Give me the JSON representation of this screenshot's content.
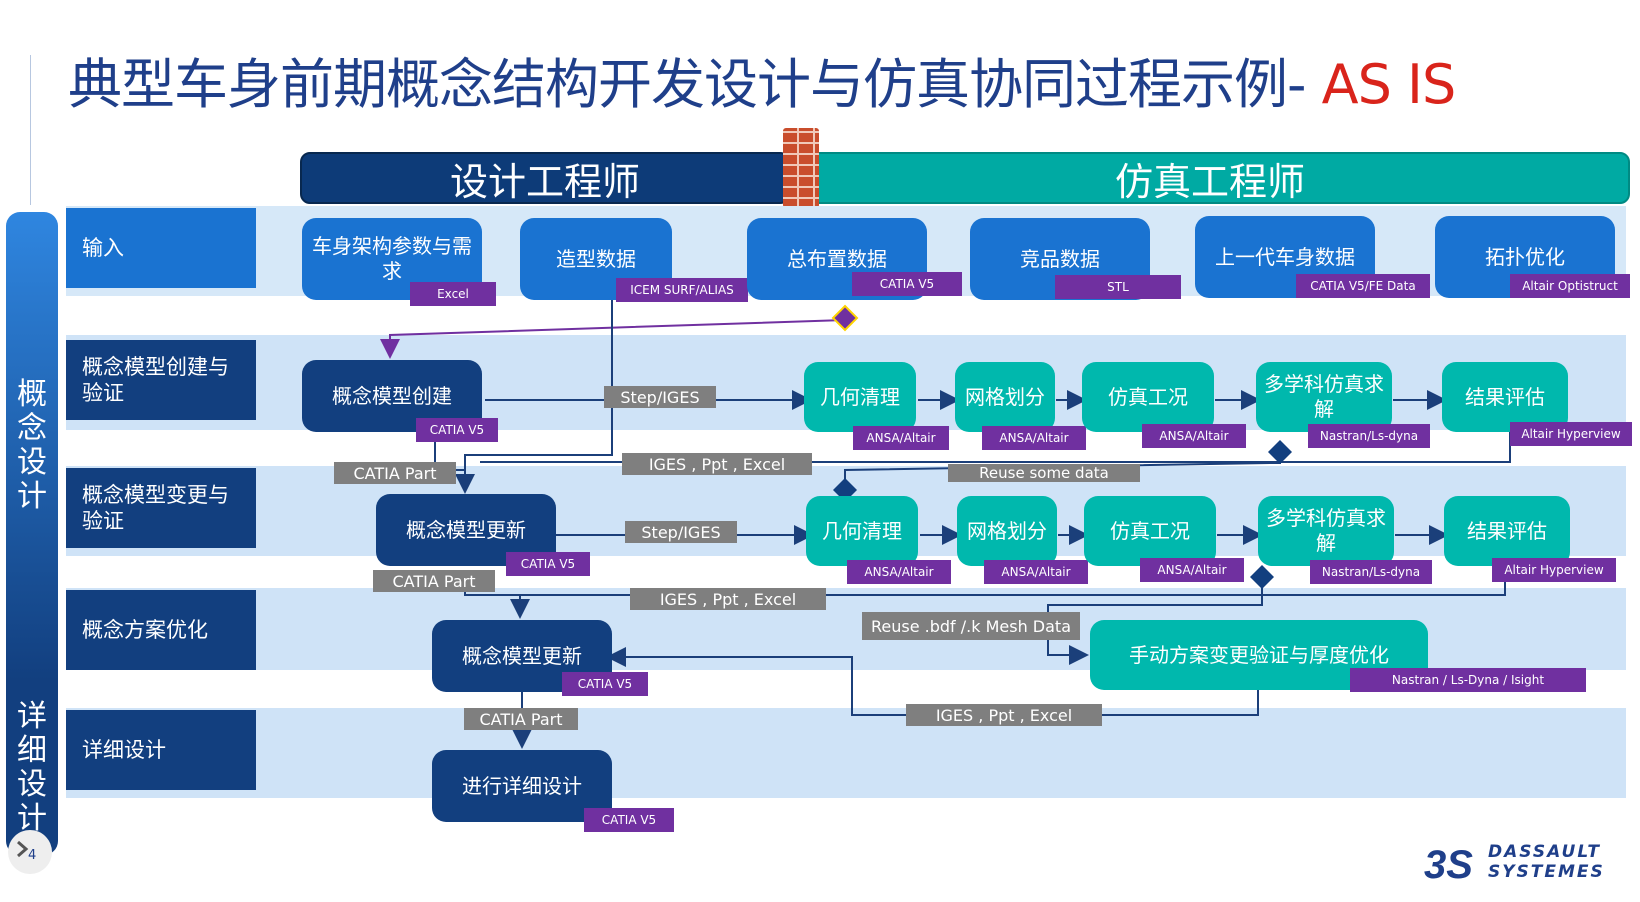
{
  "title": {
    "main": "典型车身前期概念结构开发设计与仿真协同过程示例- ",
    "accent": "AS IS"
  },
  "roles": {
    "design": "设计工程师",
    "simulation": "仿真工程师"
  },
  "phases": {
    "concept": "概念设计",
    "detail": "详细设计"
  },
  "rows": {
    "input": "输入",
    "create": "概念模型创建与验证",
    "change": "概念模型变更与验证",
    "optimize": "概念方案优化",
    "detail": "详细设计"
  },
  "inputs": [
    {
      "label": "车身架构参数与需求",
      "tool": "Excel"
    },
    {
      "label": "造型数据",
      "tool": "ICEM SURF/ALIAS"
    },
    {
      "label": "总布置数据",
      "tool": "CATIA V5"
    },
    {
      "label": "竞品数据",
      "tool": "STL"
    },
    {
      "label": "上一代车身数据",
      "tool": "CATIA V5/FE Data"
    },
    {
      "label": "拓扑优化",
      "tool": "Altair Optistruct"
    }
  ],
  "row1": {
    "model": {
      "label": "概念模型创建",
      "tool": "CATIA V5"
    },
    "steps": [
      {
        "label": "几何清理",
        "tool": "ANSA/Altair"
      },
      {
        "label": "网格划分",
        "tool": "ANSA/Altair"
      },
      {
        "label": "仿真工况",
        "tool": "ANSA/Altair"
      },
      {
        "label": "多学科仿真求解",
        "tool": "Nastran/Ls-dyna"
      },
      {
        "label": "结果评估",
        "tool": "Altair Hyperview"
      }
    ]
  },
  "row2": {
    "model": {
      "label": "概念模型更新",
      "tool": "CATIA V5"
    },
    "steps": [
      {
        "label": "几何清理",
        "tool": "ANSA/Altair"
      },
      {
        "label": "网格划分",
        "tool": "ANSA/Altair"
      },
      {
        "label": "仿真工况",
        "tool": "ANSA/Altair"
      },
      {
        "label": "多学科仿真求解",
        "tool": "Nastran/Ls-dyna"
      },
      {
        "label": "结果评估",
        "tool": "Altair Hyperview"
      }
    ]
  },
  "row3": {
    "model": {
      "label": "概念模型更新",
      "tool": "CATIA V5"
    },
    "manual": {
      "label": "手动方案变更验证与厚度优化",
      "tool": "Nastran / Ls-Dyna / Isight"
    }
  },
  "row4": {
    "model": {
      "label": "进行详细设计",
      "tool": "CATIA V5"
    }
  },
  "transfers": {
    "step1": "Step/IGES",
    "step2": "Step/IGES",
    "catia1": "CATIA Part",
    "catia2": "CATIA Part",
    "catia3": "CATIA Part",
    "iges1": "IGES , Ppt , Excel",
    "iges2": "IGES , Ppt , Excel",
    "iges3": "IGES , Ppt , Excel",
    "reuse": "Reuse some data",
    "reuse_mesh": "Reuse .bdf /.k Mesh Data"
  },
  "page_number": "4",
  "logo": {
    "line1": "DASSAULT",
    "line2": "SYSTEMES"
  },
  "colors": {
    "title": "#1f3f8a",
    "accent": "#d9241b",
    "navy": "#123f7f",
    "blue": "#1a73d1",
    "teal": "#00b8ad",
    "purple": "#7030a0",
    "gray": "#7f7f7f",
    "band": "#cfe3f7"
  }
}
